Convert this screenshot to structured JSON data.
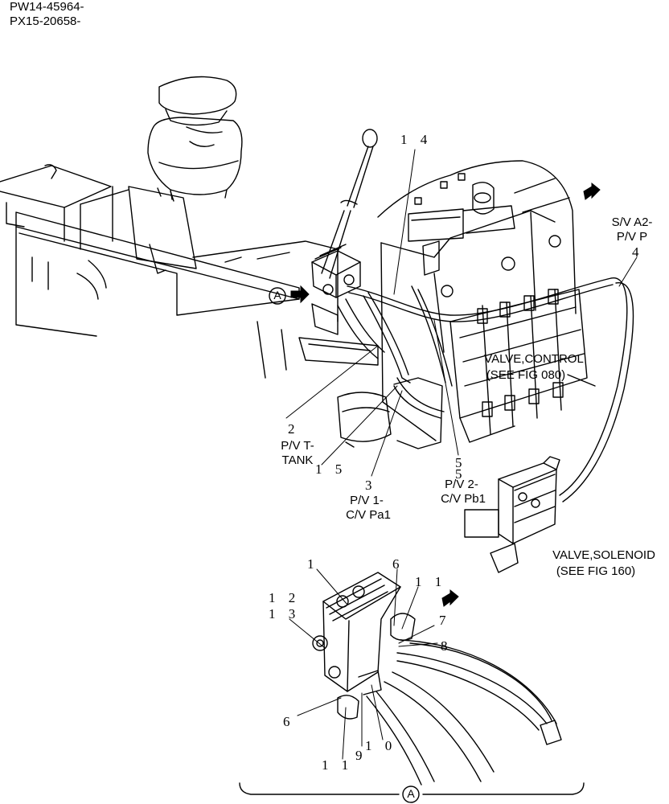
{
  "header": {
    "line1": "PW14-45964-",
    "line2": "PX15-20658-"
  },
  "labels": {
    "sv_a2": "S/V A2-",
    "pv_p": "P/V P",
    "valve_control": "VALVE,CONTROL",
    "see_fig_080": "(SEE FIG 080)",
    "pv_t": "P/V T-",
    "tank": "TANK",
    "pv_1": "P/V 1-",
    "cv_pa1": "C/V Pa1",
    "pv_2": "P/V 2-",
    "cv_pb1": "C/V Pb1",
    "valve_solenoid": "VALVE,SOLENOID",
    "see_fig_160": "(SEE FIG 160)",
    "detail_a": "A"
  },
  "callouts": {
    "n14": "1 4",
    "n4": "4",
    "n2": "2",
    "n15": "1 5",
    "n3": "3",
    "n5a": "5",
    "n5b": "5",
    "n1": "1",
    "n6a": "6",
    "n11a": "1 1",
    "n12": "1 2",
    "n13": "1 3",
    "n7": "7",
    "n8": "8",
    "n6b": "6",
    "n9": "9",
    "n10": "1 0",
    "n11b": "1 1"
  }
}
